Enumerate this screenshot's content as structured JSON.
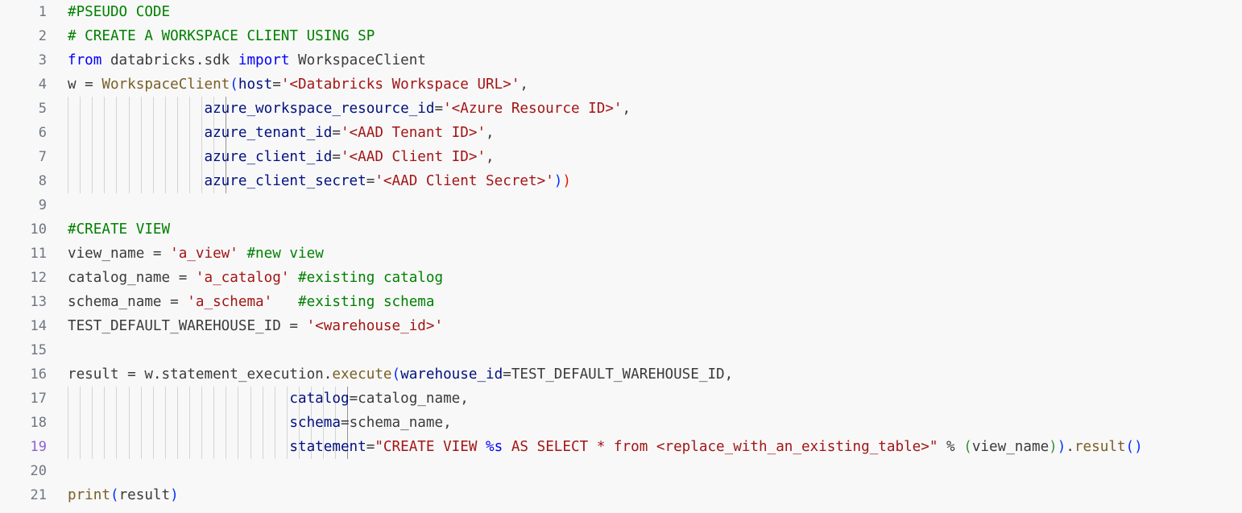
{
  "editor": {
    "active_line": 19,
    "colors": {
      "background": "#f8f8f8",
      "line_number": "#6e7681",
      "active_line_number": "#8a63d2",
      "comment": "#008000",
      "keyword": "#0000ff",
      "function": "#795e26",
      "parameter": "#001080",
      "string": "#a31515",
      "text": "#3b3b3b"
    },
    "lines": [
      {
        "n": "1",
        "guides": 0,
        "tokens": [
          [
            "t-com",
            "#PSEUDO CODE"
          ]
        ]
      },
      {
        "n": "2",
        "guides": 0,
        "tokens": [
          [
            "t-com",
            "# CREATE A WORKSPACE CLIENT USING SP"
          ]
        ]
      },
      {
        "n": "3",
        "guides": 0,
        "tokens": [
          [
            "t-kw",
            "from"
          ],
          [
            "t-txt",
            " databricks.sdk "
          ],
          [
            "t-kw",
            "import"
          ],
          [
            "t-txt",
            " WorkspaceClient"
          ]
        ]
      },
      {
        "n": "4",
        "guides": 0,
        "tokens": [
          [
            "t-txt",
            "w = "
          ],
          [
            "t-fn",
            "WorkspaceClient"
          ],
          [
            "t-b1",
            "("
          ],
          [
            "t-par",
            "host"
          ],
          [
            "t-op",
            "="
          ],
          [
            "t-str",
            "'<Databricks Workspace URL>'"
          ],
          [
            "t-op",
            ","
          ]
        ]
      },
      {
        "n": "5",
        "guides": 14,
        "tokens": [
          [
            "t-txt",
            "                "
          ],
          [
            "t-par",
            "azure_workspace_resource_id"
          ],
          [
            "t-op",
            "="
          ],
          [
            "t-str",
            "'<Azure Resource ID>'"
          ],
          [
            "t-op",
            ","
          ]
        ]
      },
      {
        "n": "6",
        "guides": 14,
        "tokens": [
          [
            "t-txt",
            "                "
          ],
          [
            "t-par",
            "azure_tenant_id"
          ],
          [
            "t-op",
            "="
          ],
          [
            "t-str",
            "'<AAD Tenant ID>'"
          ],
          [
            "t-op",
            ","
          ]
        ]
      },
      {
        "n": "7",
        "guides": 14,
        "tokens": [
          [
            "t-txt",
            "                "
          ],
          [
            "t-par",
            "azure_client_id"
          ],
          [
            "t-op",
            "="
          ],
          [
            "t-str",
            "'<AAD Client ID>'"
          ],
          [
            "t-op",
            ","
          ]
        ]
      },
      {
        "n": "8",
        "guides": 14,
        "tokens": [
          [
            "t-txt",
            "                "
          ],
          [
            "t-par",
            "azure_client_secret"
          ],
          [
            "t-op",
            "="
          ],
          [
            "t-str",
            "'<AAD Client Secret>'"
          ],
          [
            "t-b1",
            ")"
          ],
          [
            "t-red",
            ")"
          ]
        ]
      },
      {
        "n": "9",
        "guides": 0,
        "tokens": []
      },
      {
        "n": "10",
        "guides": 0,
        "tokens": [
          [
            "t-com",
            "#CREATE VIEW"
          ]
        ]
      },
      {
        "n": "11",
        "guides": 0,
        "tokens": [
          [
            "t-txt",
            "view_name = "
          ],
          [
            "t-str",
            "'a_view'"
          ],
          [
            "t-txt",
            " "
          ],
          [
            "t-com",
            "#new view"
          ]
        ]
      },
      {
        "n": "12",
        "guides": 0,
        "tokens": [
          [
            "t-txt",
            "catalog_name = "
          ],
          [
            "t-str",
            "'a_catalog'"
          ],
          [
            "t-txt",
            " "
          ],
          [
            "t-com",
            "#existing catalog"
          ]
        ]
      },
      {
        "n": "13",
        "guides": 0,
        "tokens": [
          [
            "t-txt",
            "schema_name = "
          ],
          [
            "t-str",
            "'a_schema'"
          ],
          [
            "t-txt",
            "   "
          ],
          [
            "t-com",
            "#existing schema"
          ]
        ]
      },
      {
        "n": "14",
        "guides": 0,
        "tokens": [
          [
            "t-txt",
            "TEST_DEFAULT_WAREHOUSE_ID = "
          ],
          [
            "t-str",
            "'<warehouse_id>'"
          ]
        ]
      },
      {
        "n": "15",
        "guides": 0,
        "tokens": []
      },
      {
        "n": "16",
        "guides": 0,
        "tokens": [
          [
            "t-txt",
            "result = w.statement_execution."
          ],
          [
            "t-fn",
            "execute"
          ],
          [
            "t-b1",
            "("
          ],
          [
            "t-par",
            "warehouse_id"
          ],
          [
            "t-op",
            "="
          ],
          [
            "t-txt",
            "TEST_DEFAULT_WAREHOUSE_ID,"
          ]
        ]
      },
      {
        "n": "17",
        "guides": 24,
        "tokens": [
          [
            "t-txt",
            "                          "
          ],
          [
            "t-par",
            "catalog"
          ],
          [
            "t-op",
            "="
          ],
          [
            "t-txt",
            "catalog_name,"
          ]
        ]
      },
      {
        "n": "18",
        "guides": 24,
        "tokens": [
          [
            "t-txt",
            "                          "
          ],
          [
            "t-par",
            "schema"
          ],
          [
            "t-op",
            "="
          ],
          [
            "t-txt",
            "schema_name,"
          ]
        ]
      },
      {
        "n": "19",
        "guides": 24,
        "tokens": [
          [
            "t-txt",
            "                          "
          ],
          [
            "t-par",
            "statement"
          ],
          [
            "t-op",
            "="
          ],
          [
            "t-str",
            "\"CREATE VIEW "
          ],
          [
            "t-fmt",
            "%s"
          ],
          [
            "t-str",
            " AS SELECT * from <replace_with_an_existing_table>\""
          ],
          [
            "t-txt",
            " % "
          ],
          [
            "t-b2",
            "("
          ],
          [
            "t-txt",
            "view_name"
          ],
          [
            "t-b2",
            ")"
          ],
          [
            "t-b1",
            ")"
          ],
          [
            "t-txt",
            "."
          ],
          [
            "t-fn",
            "result"
          ],
          [
            "t-b1",
            "()"
          ]
        ]
      },
      {
        "n": "20",
        "guides": 0,
        "tokens": []
      },
      {
        "n": "21",
        "guides": 0,
        "tokens": [
          [
            "t-fn",
            "print"
          ],
          [
            "t-b1",
            "("
          ],
          [
            "t-txt",
            "result"
          ],
          [
            "t-b1",
            ")"
          ]
        ]
      }
    ]
  }
}
